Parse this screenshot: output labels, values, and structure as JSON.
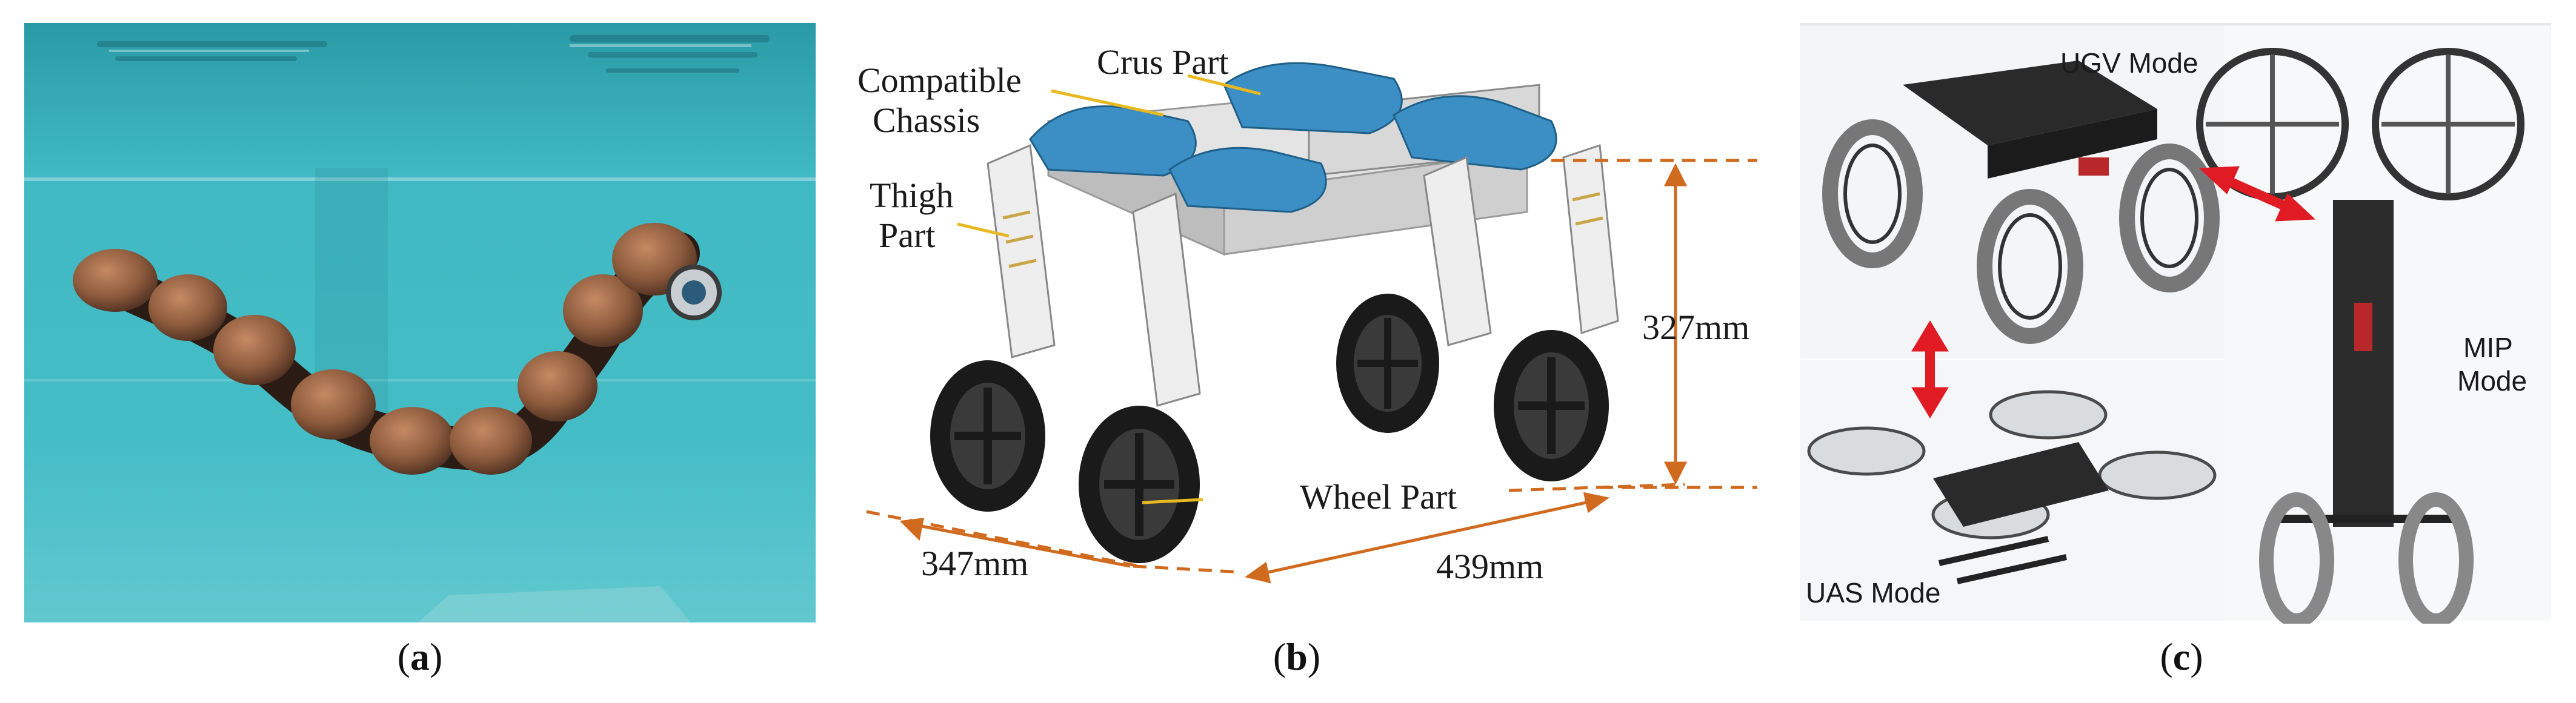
{
  "figure": {
    "panels": [
      {
        "id": "a",
        "caption_letter": "a"
      },
      {
        "id": "b",
        "caption_letter": "b"
      },
      {
        "id": "c",
        "caption_letter": "c"
      }
    ],
    "panel_b": {
      "labels": {
        "compatible_chassis_line1": "Compatible",
        "compatible_chassis_line2": "Chassis",
        "crus_part": "Crus Part",
        "thigh_part_line1": "Thigh",
        "thigh_part_line2": "Part",
        "wheel_part": "Wheel Part"
      },
      "dimensions": {
        "height": "327mm",
        "width": "347mm",
        "length": "439mm"
      }
    },
    "panel_c": {
      "modes": {
        "ugv": "UGV Mode",
        "uas": "UAS Mode",
        "mip_line1": "MIP",
        "mip_line2": "Mode"
      }
    },
    "colors": {
      "water": "#3fb7c3",
      "dimension_lines": "#d06a1e",
      "leader_lines": "#e8b820",
      "mode_arrows": "#e01b24",
      "robot_blue": "#3b8fc4"
    }
  }
}
